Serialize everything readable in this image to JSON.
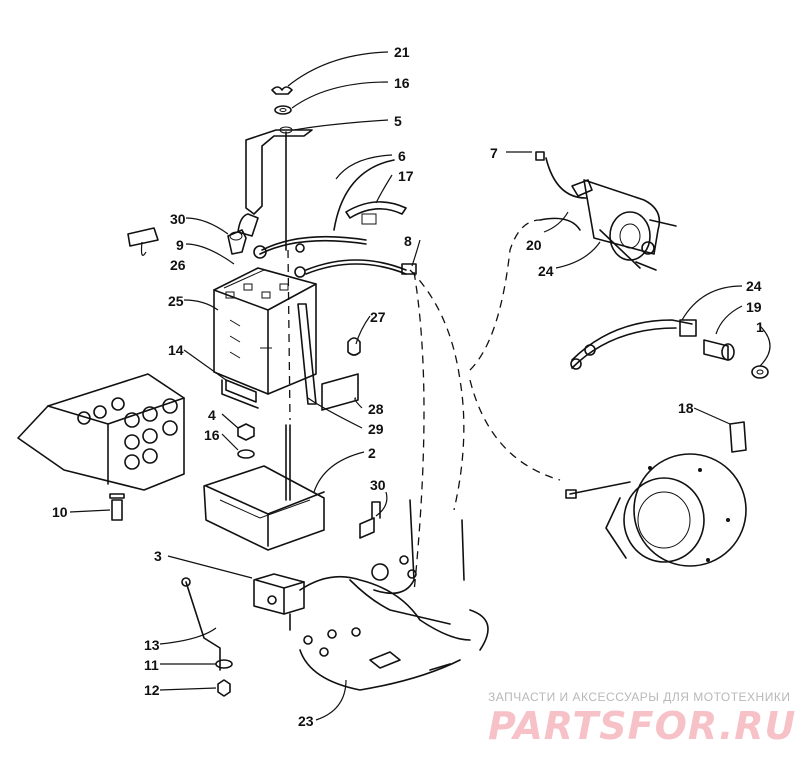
{
  "watermark": {
    "tagline": "ЗАПЧАСТИ И АКСЕССУАРЫ ДЛЯ МОТОТЕХНИКИ",
    "brand": "PARTSFOR.RU",
    "tagline_color": "#b8b8b8",
    "brand_color": "#e0263a"
  },
  "callouts": {
    "c21": "21",
    "c16a": "16",
    "c5": "5",
    "c6": "6",
    "c17": "17",
    "c7": "7",
    "c30a": "30",
    "c9": "9",
    "c26": "26",
    "c8": "8",
    "c20": "20",
    "c24a": "24",
    "c25": "25",
    "c27": "27",
    "c24b": "24",
    "c19": "19",
    "c1": "1",
    "c14": "14",
    "c18": "18",
    "c28": "28",
    "c29": "29",
    "c4": "4",
    "c16b": "16",
    "c2": "2",
    "c30b": "30",
    "c10": "10",
    "c3": "3",
    "c13": "13",
    "c11": "11",
    "c12": "12",
    "c23": "23"
  }
}
